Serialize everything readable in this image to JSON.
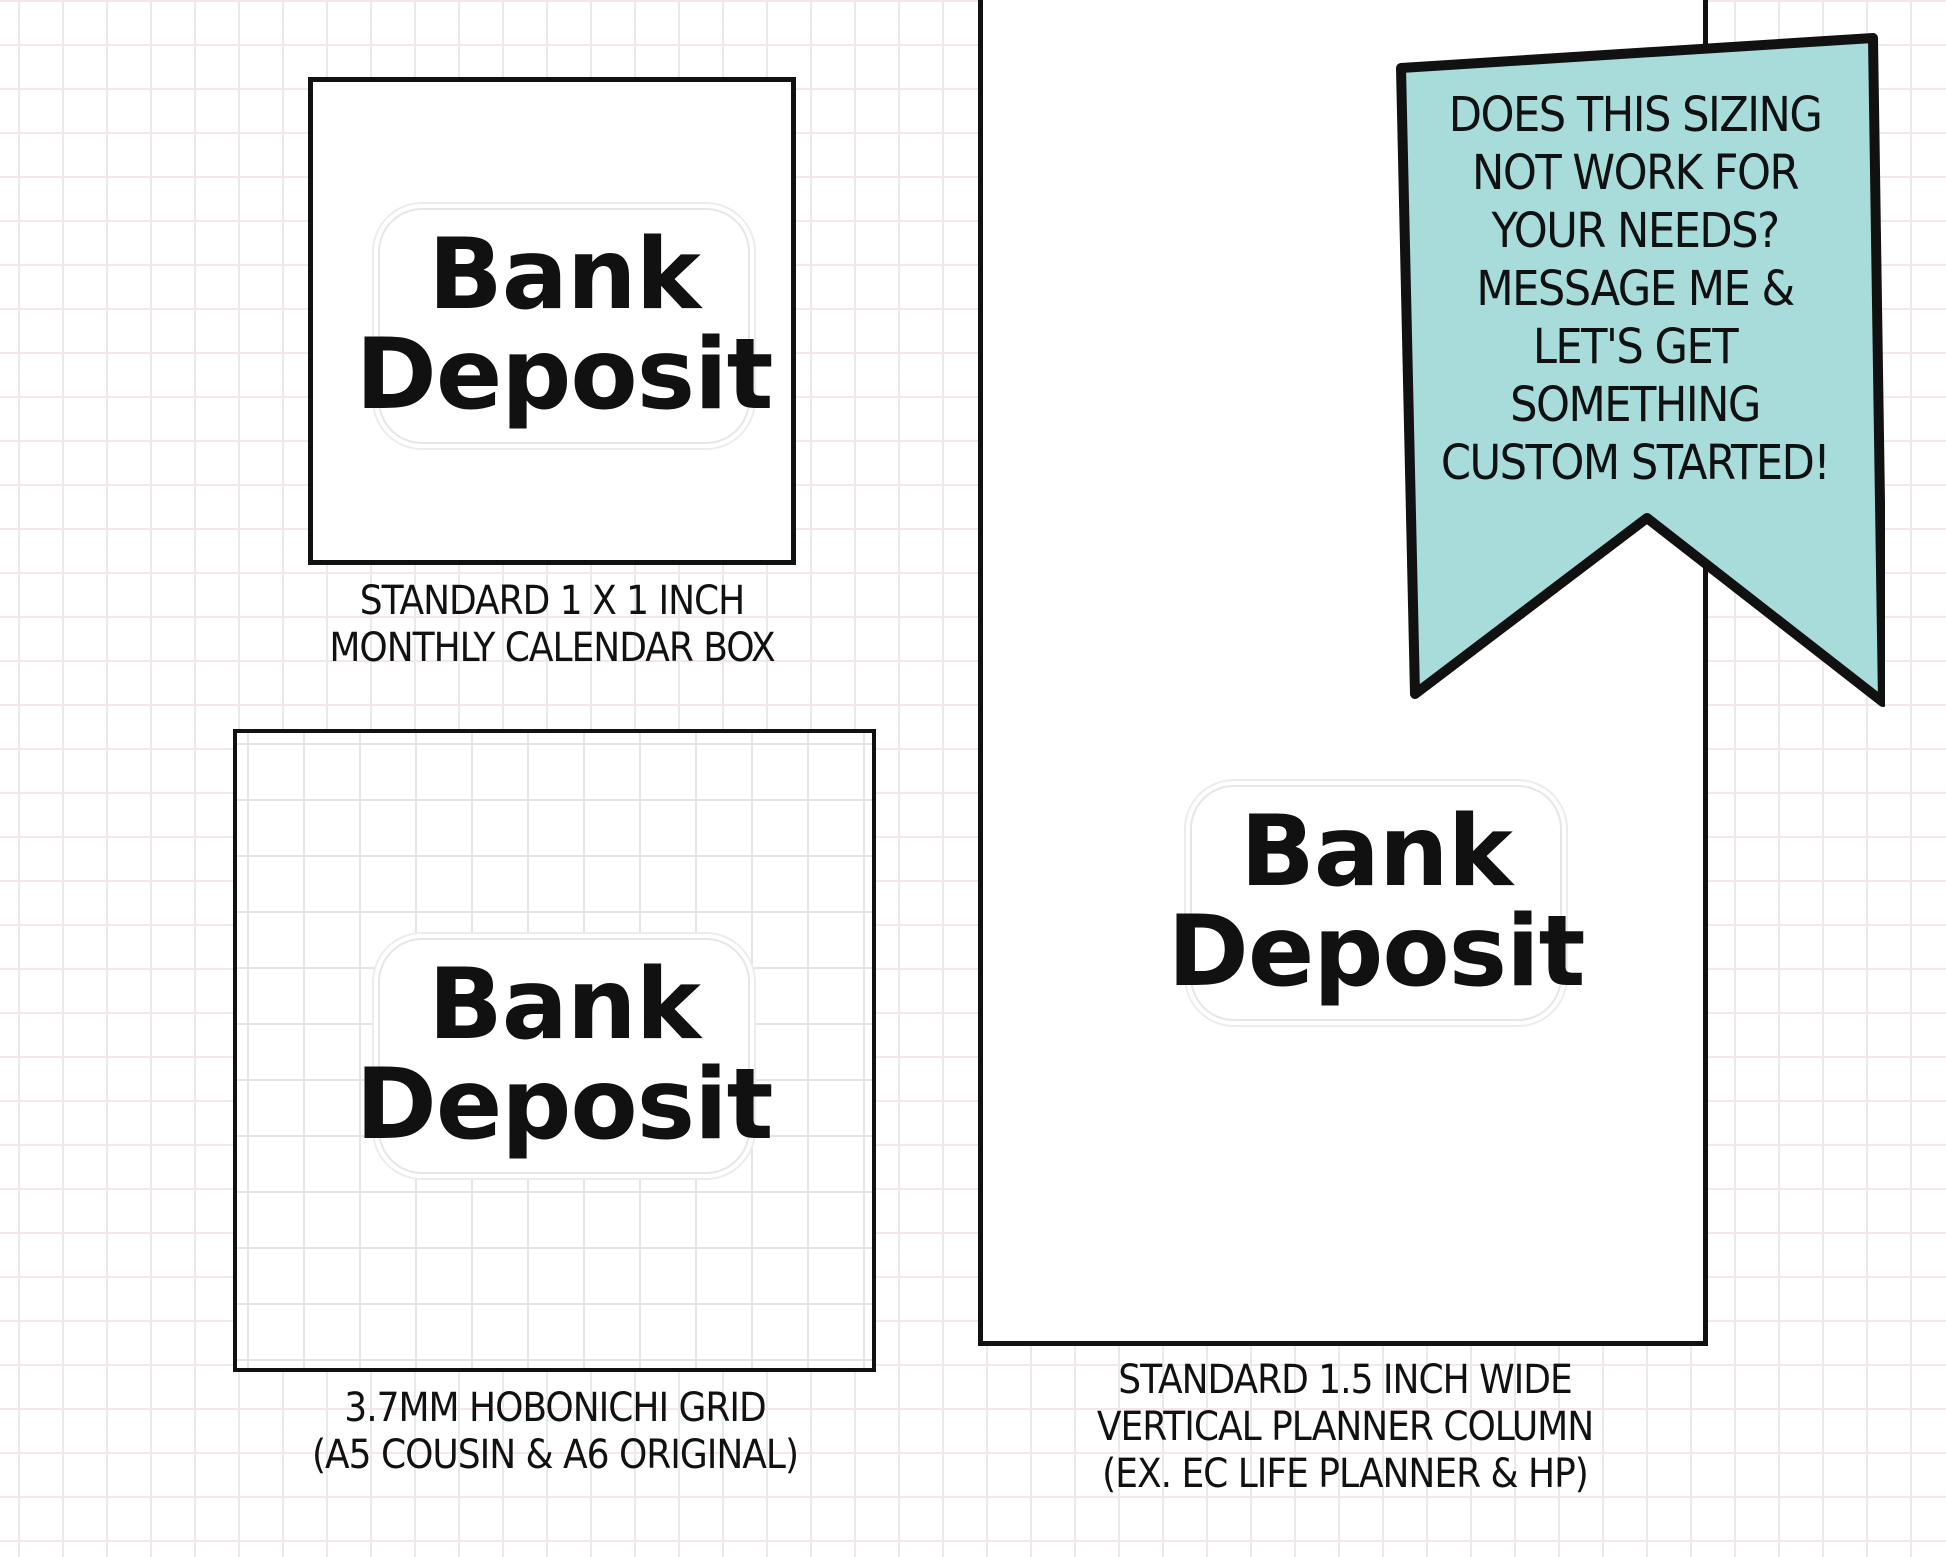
{
  "sticker_text": {
    "line1": "Bank",
    "line2": "Deposit"
  },
  "captions": {
    "calendar_box": {
      "line1": "STANDARD 1 X 1 INCH",
      "line2": "MONTHLY CALENDAR BOX"
    },
    "hobonichi": {
      "line1": "3.7MM HOBONICHI GRID",
      "line2": "(A5 COUSIN & A6 ORIGINAL)"
    },
    "planner_column": {
      "line1": "STANDARD 1.5 INCH WIDE",
      "line2": "VERTICAL PLANNER COLUMN",
      "line3": "(EX. EC LIFE PLANNER & HP)"
    }
  },
  "banner": {
    "lines": [
      "DOES THIS SIZING",
      "NOT WORK FOR",
      "YOUR NEEDS?",
      "MESSAGE ME &",
      "LET'S GET",
      "SOMETHING",
      "CUSTOM STARTED!"
    ],
    "fill_color": "#a8dcdb",
    "outline_color": "#111111"
  }
}
